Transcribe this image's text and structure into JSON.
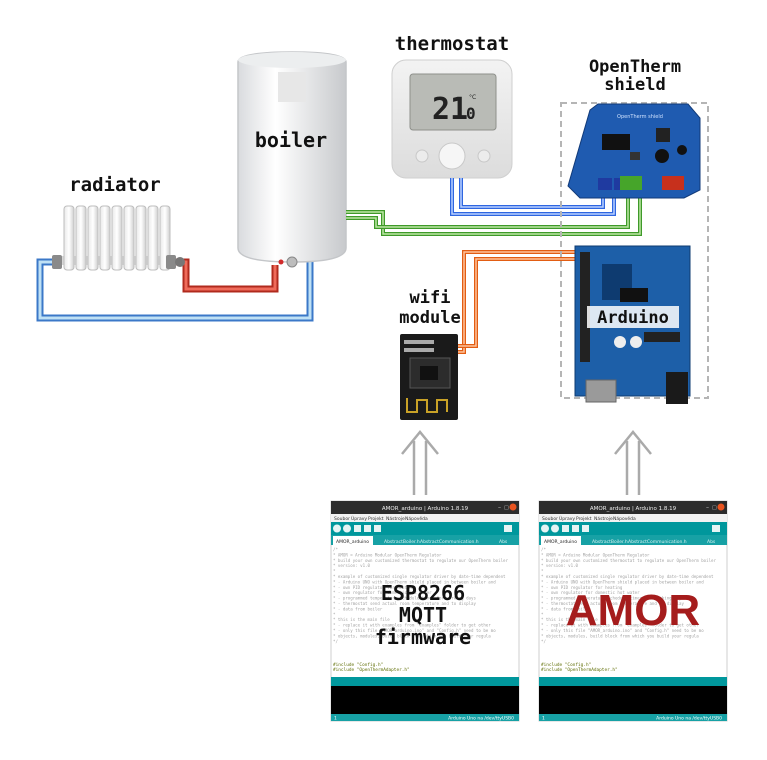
{
  "labels": {
    "thermostat": "thermostat",
    "opentherm": [
      "OpenTherm",
      "shield"
    ],
    "boiler": "boiler",
    "radiator": "radiator",
    "wifi": [
      "wifi",
      "module"
    ],
    "arduino": "Arduino",
    "esp_overlay": [
      "ESP8266",
      "MQTT",
      "firmware"
    ],
    "amor_overlay": "AMOR"
  },
  "thermostat_display": {
    "value": "21",
    "decimal": "0",
    "unit": "°C"
  },
  "ide_left": {
    "title": "AMOR_arduino | Arduino 1.8.19",
    "menu": [
      "Soubor",
      "Úpravy",
      "Projekt",
      "Nástroje",
      "Nápověda"
    ],
    "tabs": [
      "AMOR_arduino",
      "AbstractBoiler.h",
      "AbstractCommunication.h",
      "Abs"
    ],
    "code": [
      "/*",
      " * AMOR = Arduino Modular OpenTherm Regulator",
      " * build your own customized thermostat to regulate our OpenTherm boiler",
      " * version: v1.0",
      " *",
      " * example of customized single regulator driver by date-time dependent",
      " * - Arduino UNO with OpenTherm shield placed in between boiler and",
      " * - own PID regulator for heating",
      " * - own regulator for domestic hot water",
      " * - programmed temperature schedule times for working days",
      " * - thermostat send actual room temperature and to display",
      " * - data from boiler",
      " *",
      " * this is the main file",
      " * - replace it with examples from \"examples\" folder to get other",
      " * - only this file \"AMOR_arduino.ino\" and \"Config.h\" need to be mo",
      " * objects, modules, build block from which you build your regula",
      " */"
    ],
    "includes": [
      "#include \"Config.h\"",
      "#include \"OpenThermAdapter.h\""
    ],
    "status": "Arduino Uno na /dev/ttyUSB0",
    "status_line": "1"
  },
  "ide_right": {
    "title": "AMOR_arduino | Arduino 1.8.19",
    "menu": [
      "Soubor",
      "Úpravy",
      "Projekt",
      "Nástroje",
      "Nápověda"
    ],
    "tabs": [
      "AMOR_arduino",
      "AbstractBoiler.h",
      "AbstractCommunication.h",
      "Abs"
    ],
    "code": [
      "/*",
      " * AMOR = Arduino Modular OpenTherm Regulator",
      " * build your own customized thermostat to regulate our OpenTherm boiler",
      " * version: v1.0",
      " *",
      " * example of customized single regulator driver by date-time dependent",
      " * - Arduino UNO with OpenTherm shield placed in between boiler and",
      " * - own PID regulator for heating",
      " * - own regulator for domestic hot water",
      " * - programmed temperature schedule times for working days",
      " * - thermostat send actual room temperature and to display",
      " * - data from boiler",
      " *",
      " * this is the main file",
      " * - replace it with examples from \"examples\" folder to get other",
      " * - only this file \"AMOR_arduino.ino\" and \"Config.h\" need to be mo",
      " * objects, modules, build block from which you build your regula",
      " */"
    ],
    "includes": [
      "#include \"Config.h\"",
      "#include \"OpenThermAdapter.h\""
    ],
    "status": "Arduino Uno na /dev/ttyUSB0",
    "status_line": "1"
  },
  "colors": {
    "pipe_blue": "#3b78c8",
    "pipe_blue_light": "#bfe1f5",
    "pipe_red": "#d83a2a",
    "wire_green": "#4caf33",
    "wire_blue": "#2f66e0",
    "wire_orange": "#ee6a1f",
    "arduino_teal": "#00979c",
    "shield_blue": "#1f5bb0"
  }
}
